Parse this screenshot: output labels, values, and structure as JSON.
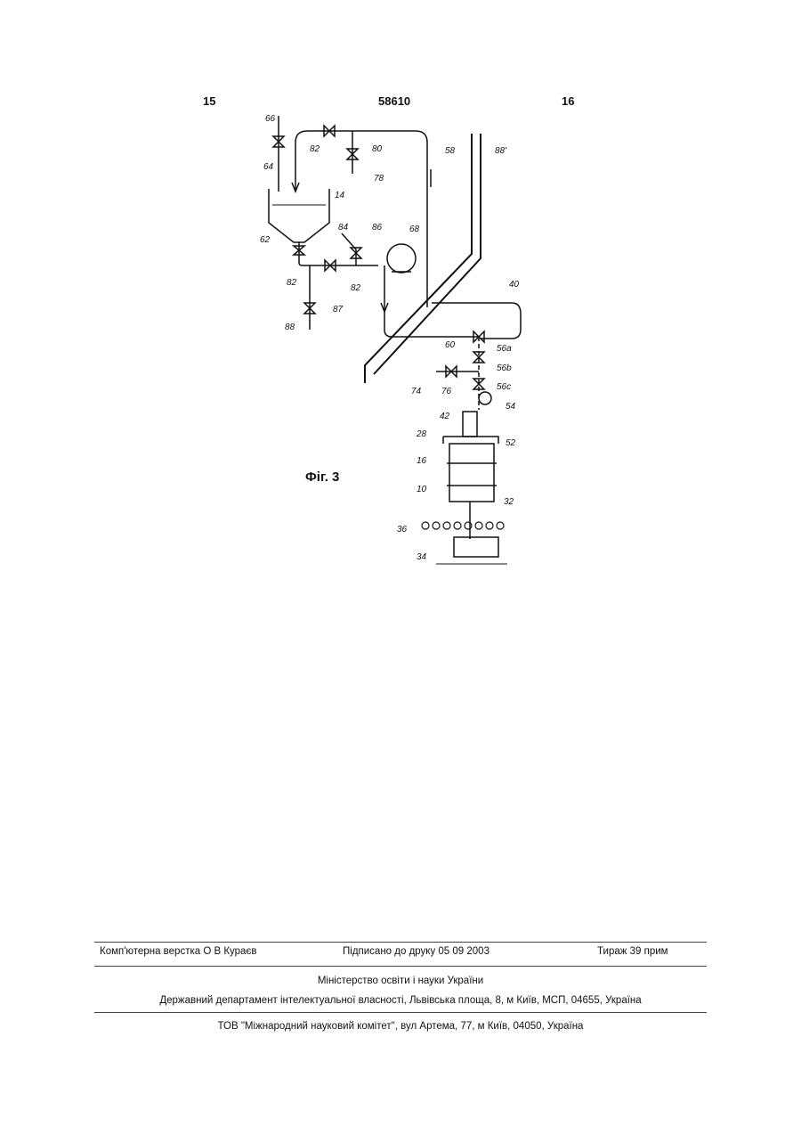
{
  "header": {
    "left_page": "15",
    "center_number": "58610",
    "right_page": "16"
  },
  "figure": {
    "caption": "Фіг. 3",
    "labels": {
      "l66": "66",
      "l82a": "82",
      "l80": "80",
      "l78": "78",
      "l58": "58",
      "l88p": "88'",
      "l64": "64",
      "l14": "14",
      "l62": "62",
      "l84": "84",
      "l86": "86",
      "l68": "68",
      "l82b": "82",
      "l82c": "82",
      "l40": "40",
      "l87": "87",
      "l88": "88",
      "l60": "60",
      "l56a": "56a",
      "l56b": "56b",
      "l56c": "56c",
      "l74": "74",
      "l76": "76",
      "l54": "54",
      "l42": "42",
      "l28": "28",
      "l52": "52",
      "l16": "16",
      "l10": "10",
      "l32": "32",
      "l36": "36",
      "l34": "34"
    }
  },
  "footer": {
    "layout_by": "Комп'ютерна верстка О В  Кураєв",
    "signed": "Підписано до друку 05 09 2003",
    "print_run": "Тираж 39 прим",
    "ministry": "Міністерство освіти і науки України",
    "department": "Державний департамент інтелектуальної власності, Львівська площа, 8, м  Київ, МСП, 04655, Україна",
    "publisher": "ТОВ \"Міжнародний науковий комітет\", вул  Артема, 77, м  Київ, 04050, Україна"
  }
}
